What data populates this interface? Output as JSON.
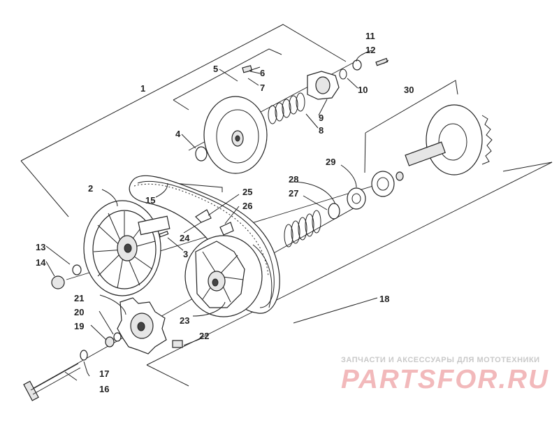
{
  "callouts": [
    {
      "id": "c1",
      "text": "1"
    },
    {
      "id": "c2",
      "text": "2"
    },
    {
      "id": "c3",
      "text": "3"
    },
    {
      "id": "c4",
      "text": "4"
    },
    {
      "id": "c5",
      "text": "5"
    },
    {
      "id": "c6",
      "text": "6"
    },
    {
      "id": "c7",
      "text": "7"
    },
    {
      "id": "c8",
      "text": "8"
    },
    {
      "id": "c9",
      "text": "9"
    },
    {
      "id": "c10",
      "text": "10"
    },
    {
      "id": "c11",
      "text": "11"
    },
    {
      "id": "c12",
      "text": "12"
    },
    {
      "id": "c13",
      "text": "13"
    },
    {
      "id": "c14",
      "text": "14"
    },
    {
      "id": "c15",
      "text": "15"
    },
    {
      "id": "c16",
      "text": "16"
    },
    {
      "id": "c17",
      "text": "17"
    },
    {
      "id": "c18",
      "text": "18"
    },
    {
      "id": "c19",
      "text": "19"
    },
    {
      "id": "c20",
      "text": "20"
    },
    {
      "id": "c21",
      "text": "21"
    },
    {
      "id": "c22",
      "text": "22"
    },
    {
      "id": "c23",
      "text": "23"
    },
    {
      "id": "c24",
      "text": "24"
    },
    {
      "id": "c25",
      "text": "25"
    },
    {
      "id": "c26",
      "text": "26"
    },
    {
      "id": "c27",
      "text": "27"
    },
    {
      "id": "c28",
      "text": "28"
    },
    {
      "id": "c29",
      "text": "29"
    },
    {
      "id": "c30",
      "text": "30"
    }
  ],
  "watermark": {
    "subtitle": "ЗАПЧАСТИ И АКСЕССУАРЫ ДЛЯ МОТОТЕХНИКИ",
    "brand": "PARTSFOR.RU"
  },
  "colors": {
    "line": "#222222",
    "watermark_red": "#f2b9bb",
    "watermark_grey": "#c9c9c9"
  }
}
